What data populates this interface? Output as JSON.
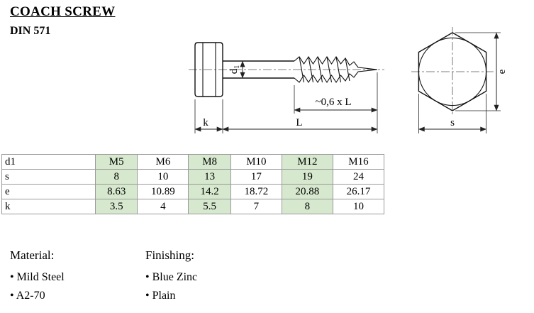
{
  "header": {
    "title": "COACH SCREW",
    "subtitle": "DIN 571"
  },
  "drawing": {
    "labels": {
      "d1": "d",
      "d1_sub": "1",
      "thread_length": "~0,6 x L",
      "head_height": "k",
      "total_length": "L",
      "across_corners": "e",
      "across_flats": "s"
    }
  },
  "table": {
    "highlight_color": "#d6e8cd",
    "rows": [
      {
        "label": "d1",
        "values": [
          "M5",
          "M6",
          "M8",
          "M10",
          "M12",
          "M16"
        ]
      },
      {
        "label": "s",
        "values": [
          "8",
          "10",
          "13",
          "17",
          "19",
          "24"
        ]
      },
      {
        "label": "e",
        "values": [
          "8.63",
          "10.89",
          "14.2",
          "18.72",
          "20.88",
          "26.17"
        ]
      },
      {
        "label": "k",
        "values": [
          "3.5",
          "4",
          "5.5",
          "7",
          "8",
          "10"
        ]
      }
    ]
  },
  "material": {
    "heading": "Material:",
    "items": [
      "• Mild Steel",
      "• A2-70"
    ]
  },
  "finishing": {
    "heading": "Finishing:",
    "items": [
      "• Blue Zinc",
      "• Plain"
    ]
  }
}
